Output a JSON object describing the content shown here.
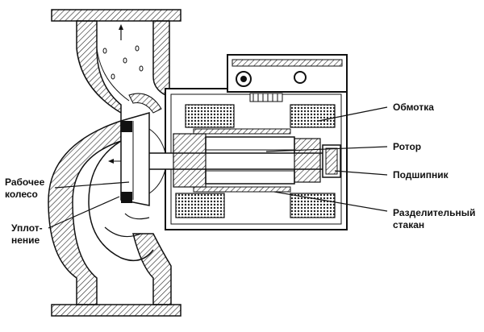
{
  "labels": {
    "winding": "Обмотка",
    "rotor": "Ротор",
    "bearing": "Подшипник",
    "can_line1": "Разделительный",
    "can_line2": "стакан",
    "impeller_line1": "Рабочее",
    "impeller_line2": "колесо",
    "seal_line1": "Уплот-",
    "seal_line2": "нение"
  },
  "colors": {
    "ink": "#111111",
    "paper": "#ffffff",
    "hatch": "#222222"
  }
}
